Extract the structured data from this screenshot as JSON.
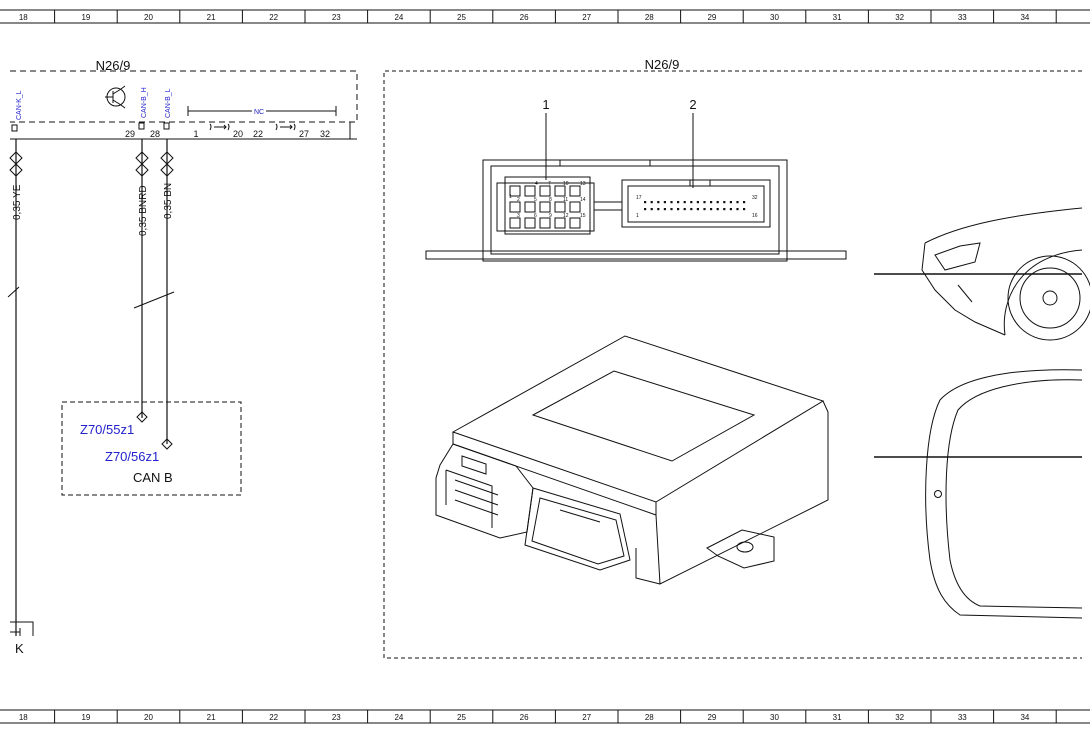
{
  "ruler": {
    "columns": [
      "18",
      "19",
      "20",
      "21",
      "22",
      "23",
      "24",
      "25",
      "26",
      "27",
      "28",
      "29",
      "30",
      "31",
      "32",
      "33",
      "34"
    ]
  },
  "schematic": {
    "unit_label": "N26/9",
    "pin_tags": [
      "CAN-K_L",
      "CAN-B_H",
      "CAN-B_L"
    ],
    "nc_label": "NC",
    "pins": [
      "29",
      "28",
      "1",
      "20",
      "22",
      "27",
      "32"
    ],
    "wires": [
      "0,35 YE",
      "0,35 BNRD",
      "0,35 BN"
    ],
    "splice": {
      "labels": [
        "Z70/55z1",
        "Z70/56z1"
      ],
      "bus": "CAN B"
    },
    "bottom_label": "K"
  },
  "illustration": {
    "title": "N26/9",
    "callouts": [
      "1",
      "2"
    ],
    "connector_pin_numbers": {
      "c1_top": [
        "4",
        "7",
        "10",
        "13"
      ],
      "c1_mid": [
        "2",
        "5",
        "8",
        "11",
        "14"
      ],
      "c1_bot": [
        "3",
        "6",
        "9",
        "12",
        "15"
      ],
      "c1_left": "1",
      "c2": [
        "17",
        "32",
        "1",
        "16"
      ]
    }
  }
}
